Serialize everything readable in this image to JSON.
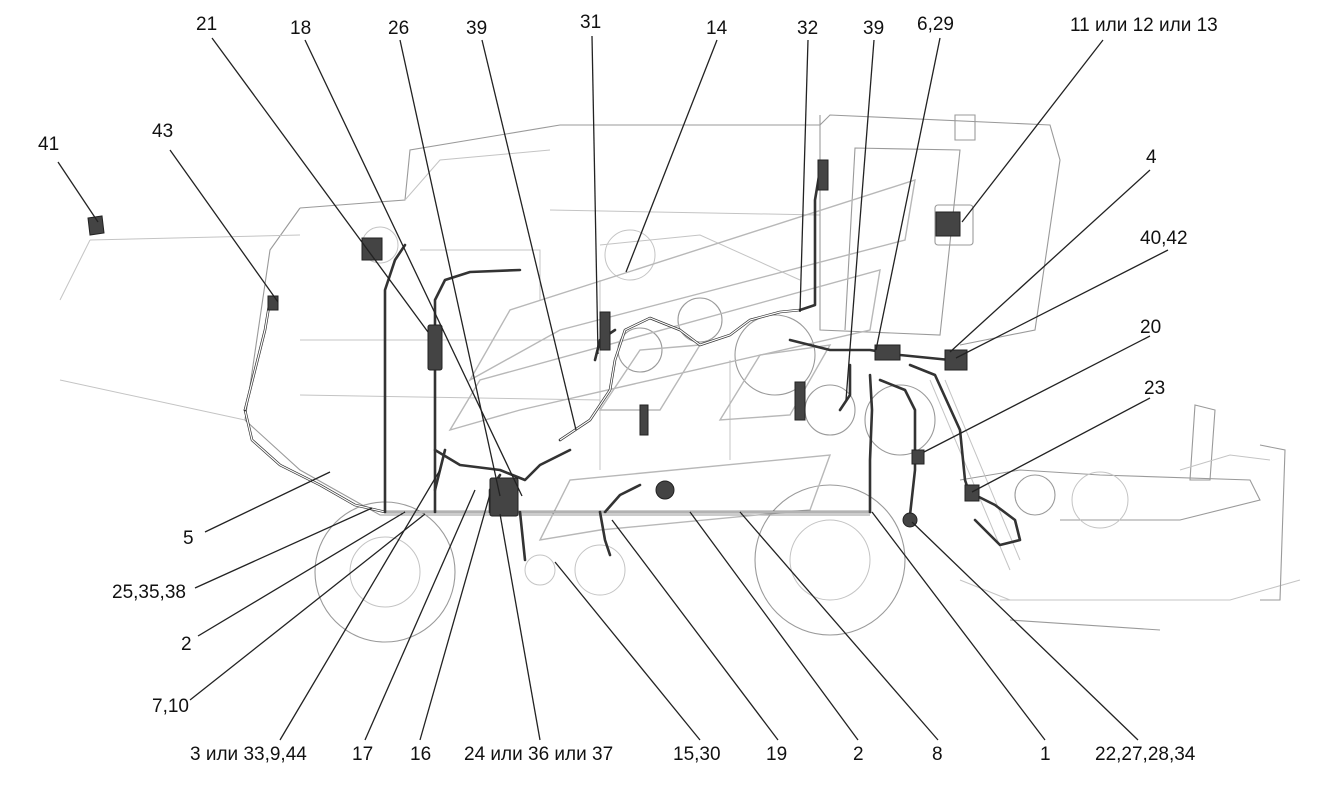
{
  "diagram": {
    "callouts": [
      {
        "id": "c41",
        "label": "41"
      },
      {
        "id": "c43",
        "label": "43"
      },
      {
        "id": "c21",
        "label": "21"
      },
      {
        "id": "c18",
        "label": "18"
      },
      {
        "id": "c26",
        "label": "26"
      },
      {
        "id": "c39a",
        "label": "39"
      },
      {
        "id": "c31",
        "label": "31"
      },
      {
        "id": "c14",
        "label": "14"
      },
      {
        "id": "c32",
        "label": "32"
      },
      {
        "id": "c39b",
        "label": "39"
      },
      {
        "id": "c629",
        "label": "6,29"
      },
      {
        "id": "c111213",
        "label": "11 или 12 или 13"
      },
      {
        "id": "c4",
        "label": "4"
      },
      {
        "id": "c4042",
        "label": "40,42"
      },
      {
        "id": "c20",
        "label": "20"
      },
      {
        "id": "c23",
        "label": "23"
      },
      {
        "id": "c5",
        "label": "5"
      },
      {
        "id": "c253538",
        "label": "25,35,38"
      },
      {
        "id": "c2a",
        "label": "2"
      },
      {
        "id": "c710",
        "label": "7,10"
      },
      {
        "id": "c3339",
        "label": "3 или 33,9,44"
      },
      {
        "id": "c17",
        "label": "17"
      },
      {
        "id": "c16",
        "label": "16"
      },
      {
        "id": "c243637",
        "label": "24 или 36 или 37"
      },
      {
        "id": "c1530",
        "label": "15,30"
      },
      {
        "id": "c19",
        "label": "19"
      },
      {
        "id": "c2b",
        "label": "2"
      },
      {
        "id": "c8",
        "label": "8"
      },
      {
        "id": "c1",
        "label": "1"
      },
      {
        "id": "c22272834",
        "label": "22,27,28,34"
      }
    ]
  }
}
